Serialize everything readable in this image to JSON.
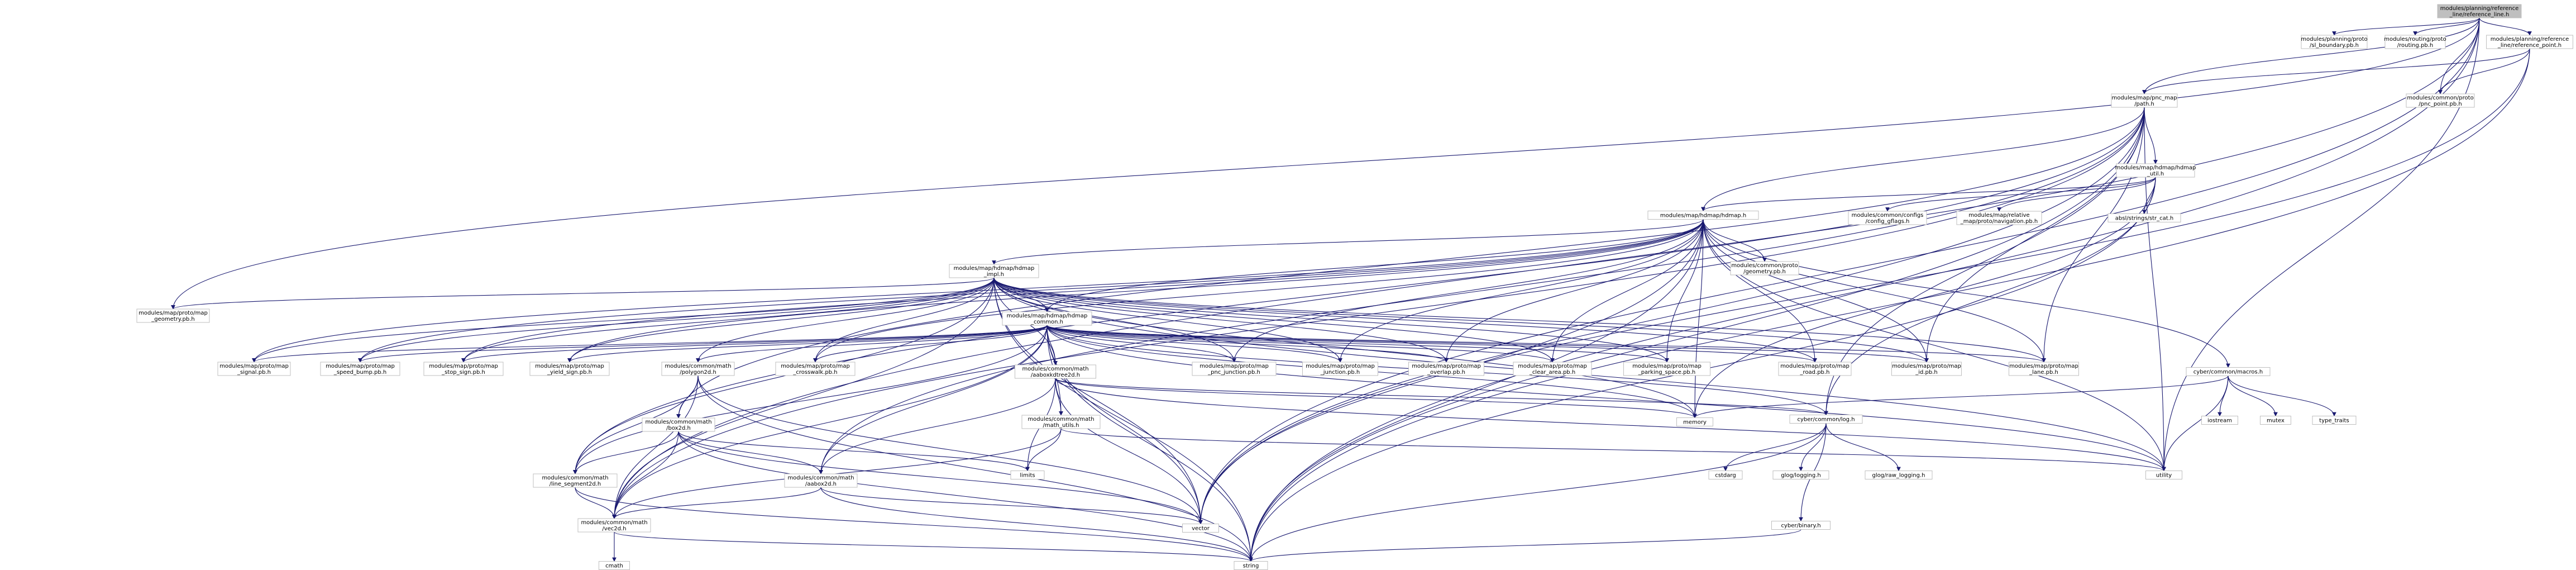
{
  "colors": {
    "edge": "#191970",
    "node_border": "#bfbfbf",
    "root_fill": "#bfbfbf",
    "root_border": "#000000",
    "link_border_red": "#ff0000",
    "text": "#000000"
  },
  "nodes": {
    "root": {
      "lines": [
        "modules/planning/reference",
        "_line/reference_line.h"
      ],
      "kind": "root"
    },
    "sl_boundary": {
      "lines": [
        "modules/planning/proto",
        "/sl_boundary.pb.h"
      ],
      "kind": "plain"
    },
    "routing_pb": {
      "lines": [
        "modules/routing/proto",
        "/routing.pb.h"
      ],
      "kind": "plain"
    },
    "ref_point": {
      "lines": [
        "modules/planning/reference",
        "_line/reference_point.h"
      ],
      "kind": "doc"
    },
    "pnc_map_path": {
      "lines": [
        "modules/map/pnc_map",
        "/path.h"
      ],
      "kind": "doc"
    },
    "pnc_point": {
      "lines": [
        "modules/common/proto",
        "/pnc_point.pb.h"
      ],
      "kind": "plain"
    },
    "hdmap_util": {
      "lines": [
        "modules/map/hdmap/hdmap",
        "_util.h"
      ],
      "kind": "doc"
    },
    "config_gflags": {
      "lines": [
        "modules/common/configs",
        "/config_gflags.h"
      ],
      "kind": "red"
    },
    "relative_map": {
      "lines": [
        "modules/map/relative",
        "_map/proto/navigation.pb.h"
      ],
      "kind": "plain"
    },
    "str_cat": {
      "lines": [
        "absl/strings/str_cat.h"
      ],
      "kind": "plain"
    },
    "hdmap_h": {
      "lines": [
        "modules/map/hdmap/hdmap.h"
      ],
      "kind": "doc"
    },
    "hdmap_impl": {
      "lines": [
        "modules/map/hdmap/hdmap",
        "_impl.h"
      ],
      "kind": "red"
    },
    "geometry_pb_common": {
      "lines": [
        "modules/common/proto",
        "/geometry.pb.h"
      ],
      "kind": "plain"
    },
    "map_geometry_pb": {
      "lines": [
        "modules/map/proto/map",
        "_geometry.pb.h"
      ],
      "kind": "plain"
    },
    "hdmap_common": {
      "lines": [
        "modules/map/hdmap/hdmap",
        "_common.h"
      ],
      "kind": "doc"
    },
    "macros_h": {
      "lines": [
        "cyber/common/macros.h"
      ],
      "kind": "red"
    },
    "map_signal": {
      "lines": [
        "modules/map/proto/map",
        "_signal.pb.h"
      ],
      "kind": "plain"
    },
    "map_speed_bump": {
      "lines": [
        "modules/map/proto/map",
        "_speed_bump.pb.h"
      ],
      "kind": "plain"
    },
    "map_stop_sign": {
      "lines": [
        "modules/map/proto/map",
        "_stop_sign.pb.h"
      ],
      "kind": "plain"
    },
    "map_yield_sign": {
      "lines": [
        "modules/map/proto/map",
        "_yield_sign.pb.h"
      ],
      "kind": "plain"
    },
    "polygon2d": {
      "lines": [
        "modules/common/math",
        "/polygon2d.h"
      ],
      "kind": "doc"
    },
    "map_crosswalk": {
      "lines": [
        "modules/map/proto/map",
        "_crosswalk.pb.h"
      ],
      "kind": "plain"
    },
    "aaboxkdtree2d": {
      "lines": [
        "modules/common/math",
        "/aaboxkdtree2d.h"
      ],
      "kind": "red"
    },
    "map_pnc_junction": {
      "lines": [
        "modules/map/proto/map",
        "_pnc_junction.pb.h"
      ],
      "kind": "plain"
    },
    "map_junction": {
      "lines": [
        "modules/map/proto/map",
        "_junction.pb.h"
      ],
      "kind": "plain"
    },
    "map_overlap": {
      "lines": [
        "modules/map/proto/map",
        "_overlap.pb.h"
      ],
      "kind": "plain"
    },
    "map_clear_area": {
      "lines": [
        "modules/map/proto/map",
        "_clear_area.pb.h"
      ],
      "kind": "plain"
    },
    "map_parking_space": {
      "lines": [
        "modules/map/proto/map",
        "_parking_space.pb.h"
      ],
      "kind": "plain"
    },
    "map_road": {
      "lines": [
        "modules/map/proto/map",
        "_road.pb.h"
      ],
      "kind": "plain"
    },
    "map_id": {
      "lines": [
        "modules/map/proto/map",
        "_id.pb.h"
      ],
      "kind": "plain"
    },
    "map_lane": {
      "lines": [
        "modules/map/proto/map",
        "_lane.pb.h"
      ],
      "kind": "plain"
    },
    "iostream": {
      "lines": [
        "iostream"
      ],
      "kind": "plain"
    },
    "mutex": {
      "lines": [
        "mutex"
      ],
      "kind": "plain"
    },
    "type_traits": {
      "lines": [
        "type_traits"
      ],
      "kind": "plain"
    },
    "box2d": {
      "lines": [
        "modules/common/math",
        "/box2d.h"
      ],
      "kind": "doc"
    },
    "math_utils": {
      "lines": [
        "modules/common/math",
        "/math_utils.h"
      ],
      "kind": "red"
    },
    "memory": {
      "lines": [
        "memory"
      ],
      "kind": "plain"
    },
    "log_h": {
      "lines": [
        "cyber/common/log.h"
      ],
      "kind": "doc"
    },
    "line_segment2d": {
      "lines": [
        "modules/common/math",
        "/line_segment2d.h"
      ],
      "kind": "doc"
    },
    "aabox2d": {
      "lines": [
        "modules/common/math",
        "/aabox2d.h"
      ],
      "kind": "doc"
    },
    "limits": {
      "lines": [
        "limits"
      ],
      "kind": "plain"
    },
    "utility": {
      "lines": [
        "utility"
      ],
      "kind": "plain"
    },
    "cstdarg": {
      "lines": [
        "cstdarg"
      ],
      "kind": "plain"
    },
    "glog_logging": {
      "lines": [
        "glog/logging.h"
      ],
      "kind": "plain"
    },
    "glog_raw_logging": {
      "lines": [
        "glog/raw_logging.h"
      ],
      "kind": "plain"
    },
    "vec2d": {
      "lines": [
        "modules/common/math",
        "/vec2d.h"
      ],
      "kind": "doc"
    },
    "vector": {
      "lines": [
        "vector"
      ],
      "kind": "plain"
    },
    "binary_h": {
      "lines": [
        "cyber/binary.h"
      ],
      "kind": "doc"
    },
    "cmath": {
      "lines": [
        "cmath"
      ],
      "kind": "plain"
    },
    "string": {
      "lines": [
        "string"
      ],
      "kind": "plain"
    }
  }
}
